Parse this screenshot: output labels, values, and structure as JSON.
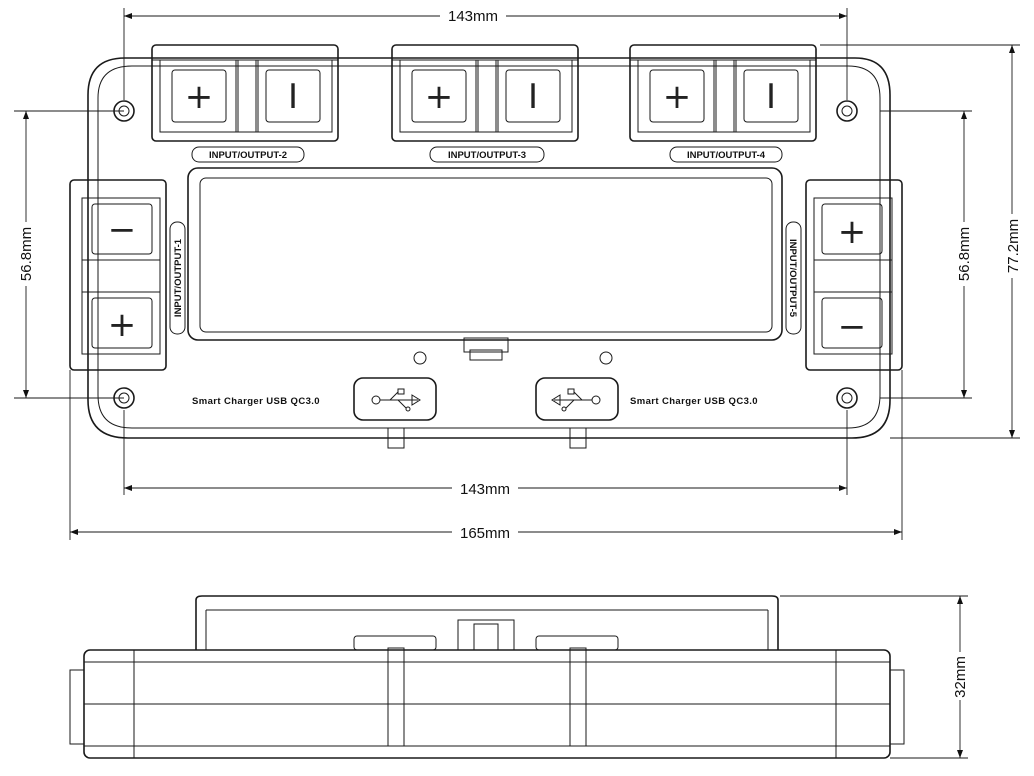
{
  "dimensions": {
    "top_width": "143mm",
    "bottom_inner_width": "143mm",
    "overall_width": "165mm",
    "left_height": "56.8mm",
    "right_inner_height": "56.8mm",
    "overall_height": "77.2mm",
    "side_height": "32mm"
  },
  "ports": {
    "top": [
      {
        "label": "INPUT/OUTPUT-2",
        "left_symbol": "+",
        "right_symbol": "I"
      },
      {
        "label": "INPUT/OUTPUT-3",
        "left_symbol": "+",
        "right_symbol": "I"
      },
      {
        "label": "INPUT/OUTPUT-4",
        "left_symbol": "+",
        "right_symbol": "I"
      }
    ],
    "left": {
      "label": "INPUT/OUTPUT-1",
      "top_symbol": "−",
      "bottom_symbol": "+"
    },
    "right": {
      "label": "INPUT/OUTPUT-5",
      "top_symbol": "+",
      "bottom_symbol": "−"
    }
  },
  "usb": {
    "left_label": "Smart Charger USB QC3.0",
    "right_label": "Smart Charger USB QC3.0"
  },
  "icons": {
    "usb": "usb-icon",
    "mount_hole": "mount-hole-icon"
  }
}
